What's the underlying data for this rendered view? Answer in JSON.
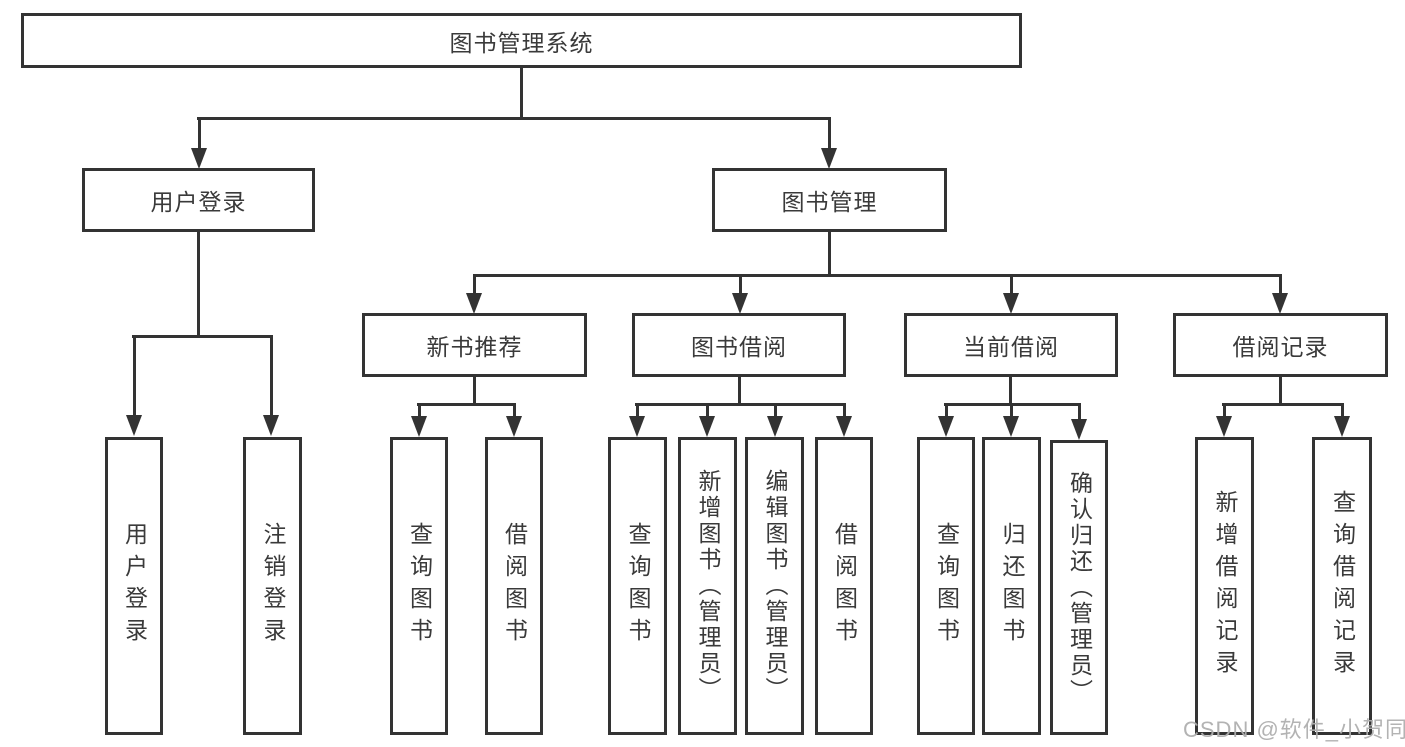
{
  "diagram": {
    "title": "图书管理系统",
    "nodes": {
      "root": "图书管理系统",
      "user_login": "用户登录",
      "book_mgmt": "图书管理",
      "new_book": "新书推荐",
      "book_borrow": "图书借阅",
      "current_borrow": "当前借阅",
      "borrow_record": "借阅记录",
      "leaves": {
        "user": [
          "用户登录",
          "注销登录"
        ],
        "newbook": [
          "查询图书",
          "借阅图书"
        ],
        "borrow": [
          "查询图书",
          "新增图书（管理员）",
          "编辑图书（管理员）",
          "借阅图书"
        ],
        "current": [
          "查询图书",
          "归还图书",
          "确认归还（管理员）"
        ],
        "record": [
          "新增借阅记录",
          "查询借阅记录"
        ]
      }
    },
    "colors": {
      "line": "#333333",
      "text": "#3a3a3a",
      "background": "#ffffff",
      "watermark": "#afafaf"
    }
  },
  "watermark": "CSDN @软件_小贺同学"
}
